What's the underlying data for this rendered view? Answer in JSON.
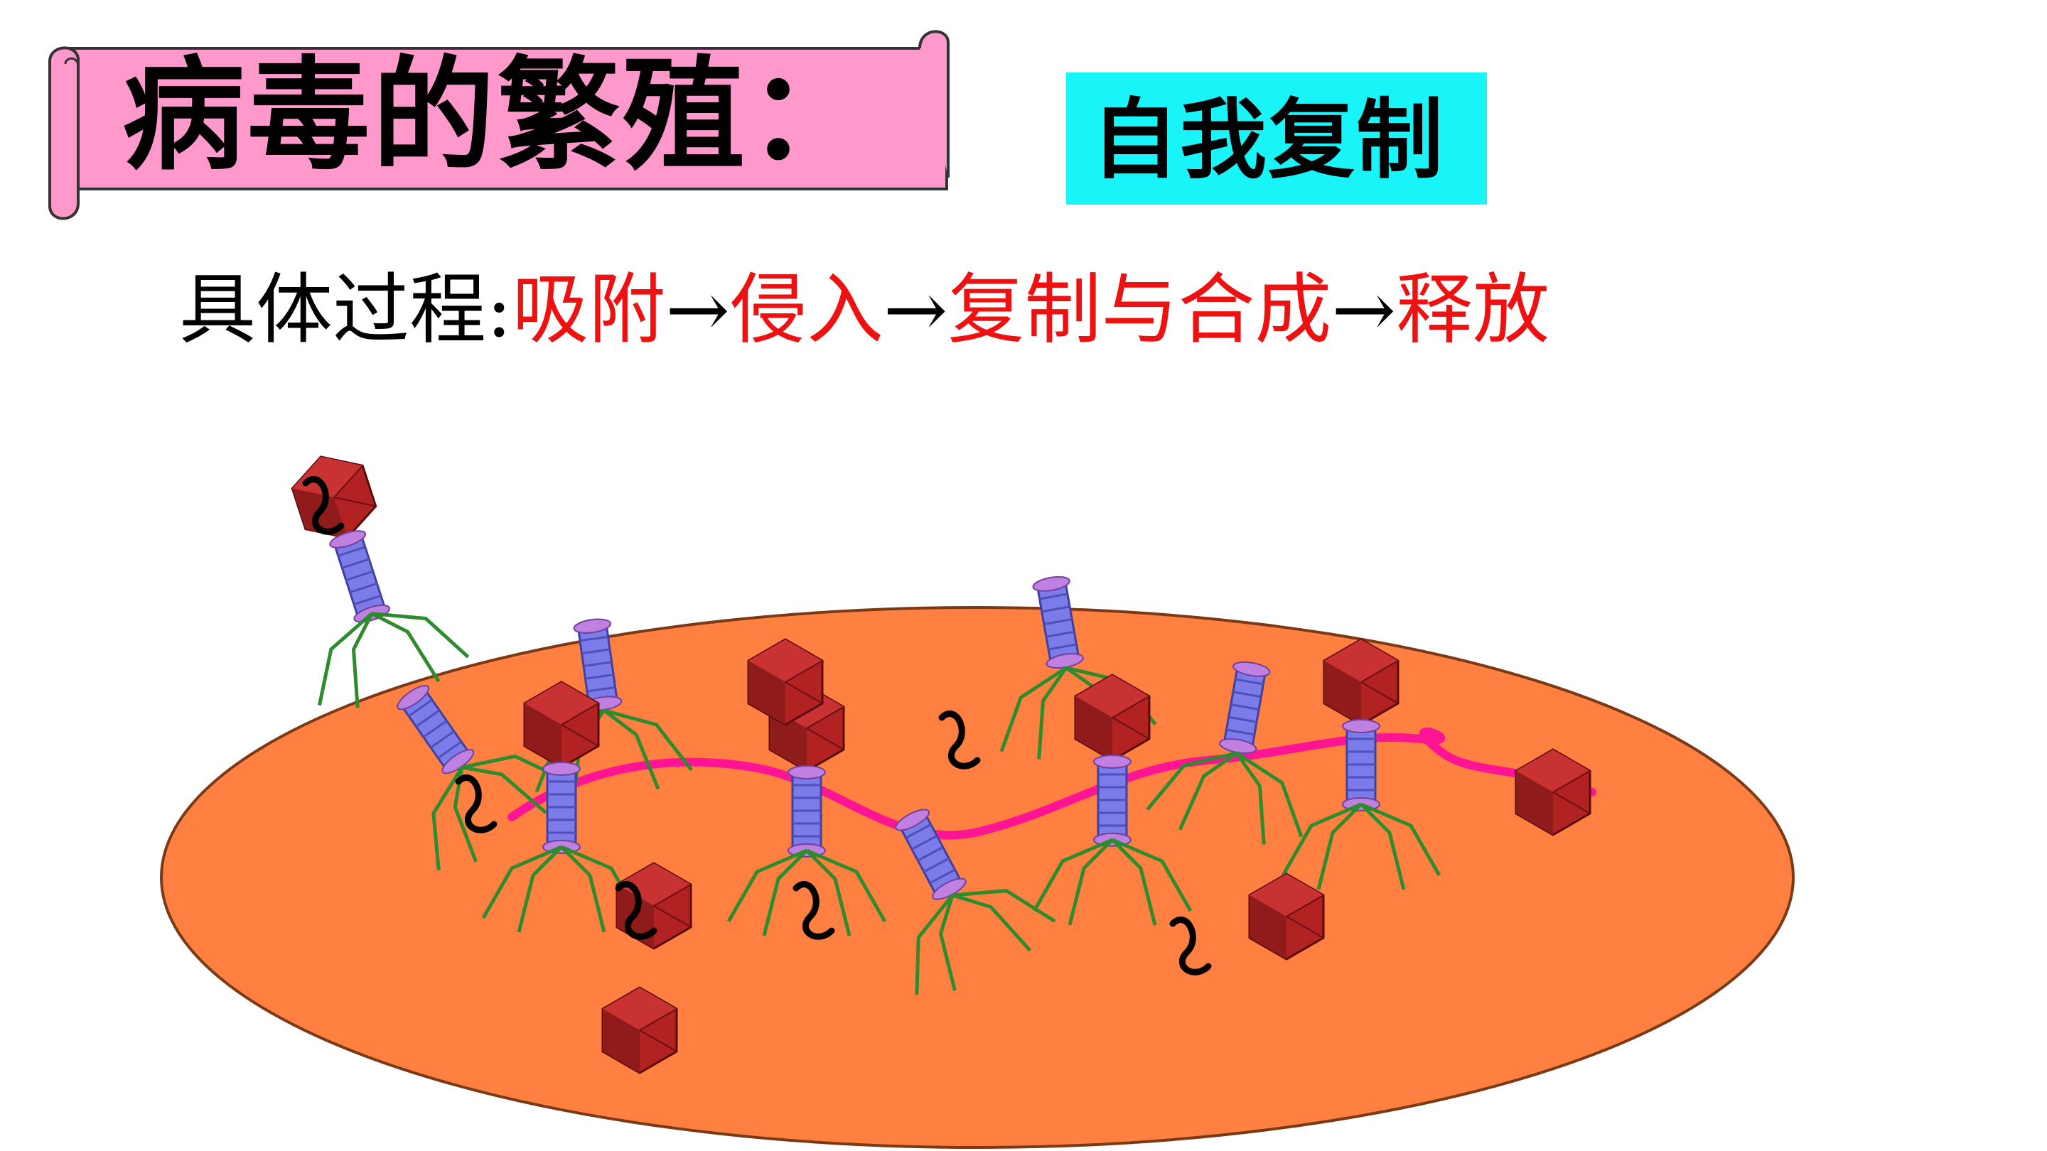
{
  "title": "病毒的繁殖：",
  "tag": "自我复制",
  "process": {
    "label": "具体过程:",
    "steps": [
      "吸附",
      "侵入",
      "复制与合成",
      "释放"
    ],
    "arrow": "→"
  },
  "colors": {
    "banner": "#ff99cc",
    "tag_bg": "#18f4f8",
    "step_text": "#ee1111",
    "cell": "#ff8040",
    "capsid": "#b22222",
    "tail": "#7b7bea",
    "tail_fiber": "#2e8b2e",
    "host_dna": "#ff1493",
    "viral_dna": "#000000"
  },
  "icons": [
    "bacteriophage-icon",
    "capsid-icon",
    "dna-strand-icon",
    "host-cell-icon"
  ]
}
